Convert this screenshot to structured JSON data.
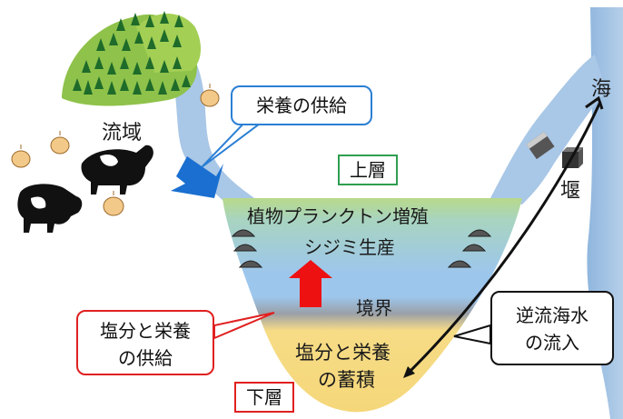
{
  "labels": {
    "watershed": "流域",
    "sea": "海",
    "weir": "堰",
    "upper_layer": "上層",
    "lower_layer": "下層",
    "plankton": "植物プランクトン増殖",
    "shijimi": "シジミ生産",
    "boundary": "境界",
    "accumulation_line1": "塩分と栄養",
    "accumulation_line2": "の蓄積"
  },
  "callouts": {
    "nutrient_supply": "栄養の供給",
    "salt_supply_line1": "塩分と栄養",
    "salt_supply_line2": "の供給",
    "seawater_inflow_line1": "逆流海水",
    "seawater_inflow_line2": "の流入"
  },
  "colors": {
    "upper_box_border": "#2e9e4f",
    "lower_box_border": "#e02020",
    "nutrient_callout_border": "#2a7fd4",
    "salt_callout_border": "#e02020",
    "inflow_callout_border": "#111111",
    "red_arrow": "#ee1111",
    "blue_arrow": "#1a6fd0",
    "river": "#a9c7e6",
    "lower_water": "#f7dc86"
  }
}
